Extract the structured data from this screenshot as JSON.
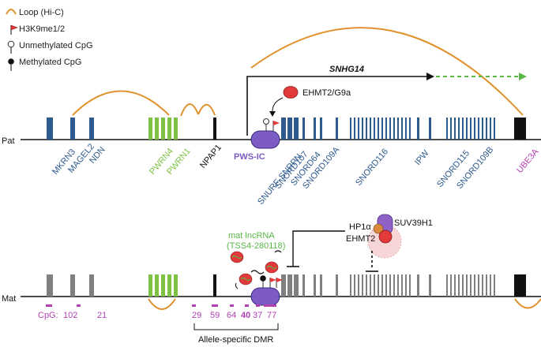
{
  "legend": {
    "loop": "Loop (Hi-C)",
    "h3k9": "H3K9me1/2",
    "unmeth": "Unmethylated CpG",
    "meth": "Methylated CpG"
  },
  "pat": {
    "label": "Pat",
    "transcript": "SNHG14",
    "ehmt_label": "EHMT2/G9a",
    "genes": {
      "mkrn3": "MKRN3",
      "magel2": "MAGEL2",
      "ndn": "NDN",
      "pwrn4": "PWRN4",
      "pwrn1": "PWRN1",
      "npap1": "NPAP1",
      "pwsic": "PWS-IC",
      "snurf": "SNURF-SNRPN",
      "snord107": "SNORD107",
      "snord64": "SNORD64",
      "snord109a": "SNORD109A",
      "snord116": "SNORD116",
      "ipw": "IPW",
      "snord115": "SNORD115",
      "snord109b": "SNORD109B",
      "ube3a": "UBE3A"
    }
  },
  "mat": {
    "label": "Mat",
    "lncrna_line1": "mat lncRNA",
    "lncrna_line2": "(TSS4-280118)",
    "hp1": "HP1α",
    "suv": "SUV39H1",
    "ehmt2": "EHMT2",
    "cpg_title": "CpG:",
    "cpg": {
      "c102": "102",
      "c21": "21",
      "c29": "29",
      "c59": "59",
      "c64": "64",
      "c40": "40",
      "c37": "37",
      "c77": "77"
    },
    "dmr": "Allele-specific DMR"
  },
  "colors": {
    "blue": "#2E5A8E",
    "green": "#7DC242",
    "gray": "#7F7F7F",
    "black": "#111111",
    "orange": "#E0922E",
    "purple": "#7C5CC4",
    "magenta": "#B341B3",
    "red": "#E23A3A"
  }
}
